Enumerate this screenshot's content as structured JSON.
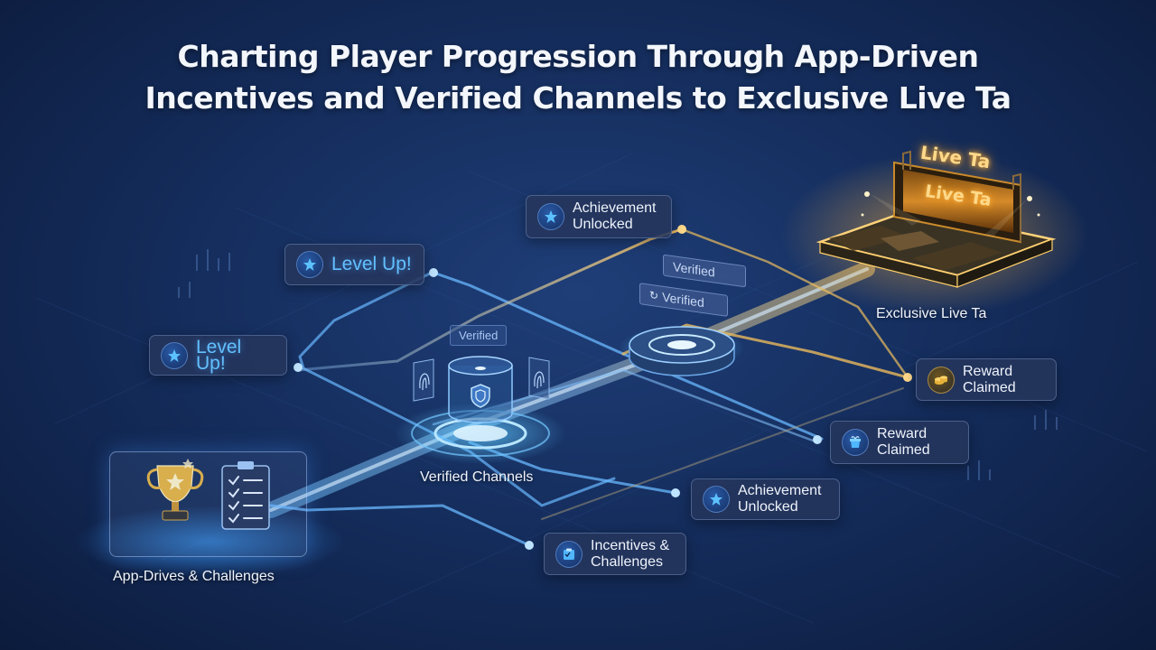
{
  "title": {
    "line1": "Charting Player Progression Through App-Driven",
    "line2": "Incentives and Verified Channels to Exclusive Live Ta"
  },
  "stages": {
    "start": "App-Drives & Challenges",
    "middle": "Verified Channels",
    "end": "Exclusive Live Ta"
  },
  "tags": {
    "verified_small": "Verified",
    "verified_a": "Verified",
    "verified_b": "Verified"
  },
  "stage_sign": {
    "top": "Live Ta",
    "bottom": "Live Ta"
  },
  "cards": {
    "level_up_1": "Level Up!",
    "level_up_2": "Level Up!",
    "achievement_top_1": "Achievement",
    "achievement_top_2": "Unlocked",
    "reward_right_1": "Reward",
    "reward_right_2": "Claimed",
    "reward_mid_1": "Reward",
    "reward_mid_2": "Claimed",
    "achievement_bottom_1": "Achievement",
    "achievement_bottom_2": "Unlocked",
    "incentives_1": "Incentives &",
    "incentives_2": "Challenges"
  },
  "icons": [
    "star-icon",
    "coins-icon",
    "trophy-icon",
    "checklist-icon",
    "fingerprint-icon",
    "shield-icon",
    "gift-icon"
  ],
  "colors": {
    "background": "#152e5e",
    "path_blue": "#4aa8ff",
    "path_gold": "#f2c15a",
    "card_bg": "#26365c"
  }
}
